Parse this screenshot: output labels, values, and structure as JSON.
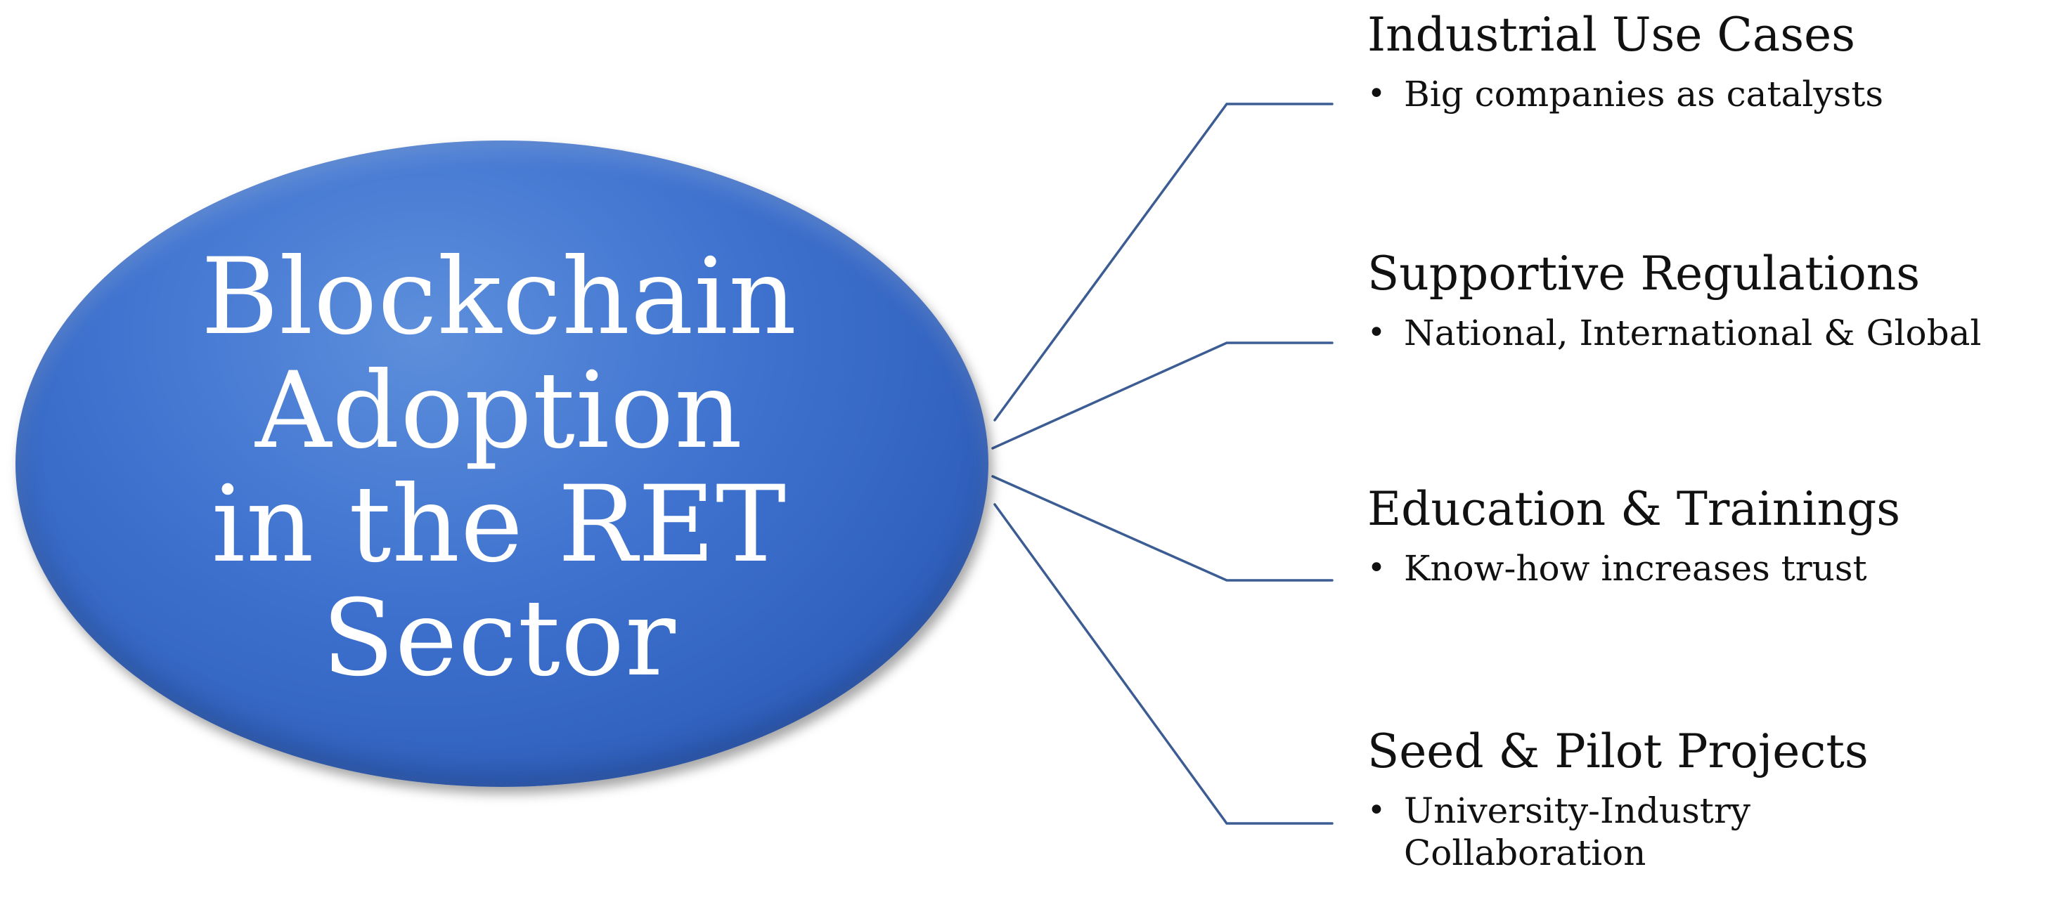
{
  "hub": {
    "lines": [
      "Blockchain",
      "Adoption",
      "in the RET",
      "Sector"
    ]
  },
  "branches": [
    {
      "title": "Industrial Use Cases",
      "point": "Big companies as catalysts"
    },
    {
      "title": "Supportive Regulations",
      "point": "National, International & Global"
    },
    {
      "title": "Education & Trainings",
      "point": "Know-how increases trust"
    },
    {
      "title": "Seed & Pilot Projects",
      "point": "University-Industry Collaboration"
    }
  ],
  "colors": {
    "hub_fill": "#3f73cf",
    "hub_text": "#ffffff",
    "connector": "#3c5d93",
    "text": "#111111"
  },
  "icons": {
    "bullet": "bullet-dot"
  }
}
